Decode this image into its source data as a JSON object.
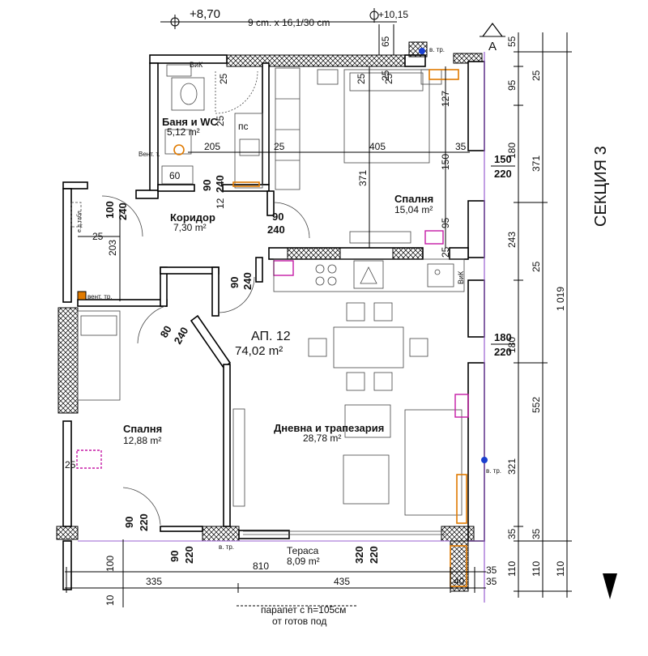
{
  "header": {
    "level_left": "+8,70",
    "stair_spec": "9 cm. x 16,1/30 cm",
    "level_right": "+10,15",
    "section_marker": "A",
    "section_label": "СЕКЦИЯ 3"
  },
  "apartment": {
    "title": "АП. 12",
    "area": "74,02 m²"
  },
  "rooms": {
    "bath": {
      "name": "Баня и WC",
      "area": "5,12 m²"
    },
    "corridor": {
      "name": "Коридор",
      "area": "7,30 m²"
    },
    "bedroom_ne": {
      "name": "Спалня",
      "area": "15,04 m²"
    },
    "bedroom_w": {
      "name": "Спалня",
      "area": "12,88 m²"
    },
    "living": {
      "name": "Дневна и трапезария",
      "area": "28,78 m²"
    },
    "terrace": {
      "name": "Тераса",
      "area": "8,09 m²"
    }
  },
  "labels": {
    "vik_top": "ВиК",
    "vik_kitchen": "ВиК",
    "vent_bath": "Вент. т.",
    "vent_w": "вент. тр.",
    "ps": "пс",
    "ep": "е.д.табл",
    "vtr_top": "в. тр.",
    "vtr_right": "в. тр.",
    "vtr_terrace": "в. тр.",
    "parapet_1": "парапет с h=105см",
    "parapet_2": "от готов под"
  },
  "doors": {
    "bath": "60",
    "bath_cl": "90",
    "bath_cl2": "240",
    "corr_left_w": "100",
    "corr_left_h": "240",
    "corr_right_w": "90",
    "corr_right_h": "240",
    "living_w": "90",
    "living_h": "240",
    "bed_w": "80",
    "bed_h": "240",
    "bed_s_w": "90",
    "bed_s_h": "220",
    "ter_w_w": "90",
    "ter_w_h": "220",
    "ter_e_w": "320",
    "ter_e_h": "220",
    "win_ne_w": "150",
    "win_ne_h": "220",
    "win_e_w": "180",
    "win_e_h": "220"
  },
  "dims_inner": [
    "25",
    "25",
    "25",
    "25",
    "205",
    "405",
    "35",
    "150",
    "371",
    "12",
    "25",
    "25",
    "95",
    "127",
    "203",
    "25",
    "25"
  ],
  "dims_right_col1": [
    "55",
    "95",
    "180",
    "243",
    "180",
    "321",
    "35",
    "110"
  ],
  "dims_right_col2": [
    "25",
    "371",
    "25",
    "552",
    "35",
    "110"
  ],
  "dims_right_total": "1 019",
  "dims_right_small": [
    "65",
    "25"
  ],
  "dims_bottom_total": "810",
  "dims_bottom": [
    "335",
    "435",
    "40"
  ],
  "dims_bottom_v": [
    "100",
    "10"
  ],
  "dims_terrace_right": [
    "35",
    "35"
  ]
}
